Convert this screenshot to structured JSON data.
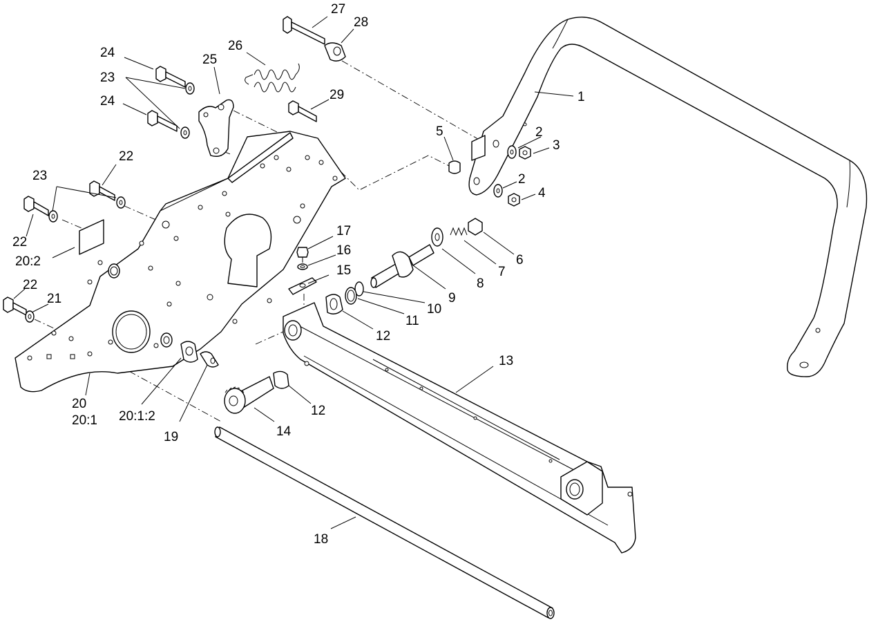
{
  "callouts": {
    "c1": "1",
    "c2a": "2",
    "c2b": "2",
    "c3": "3",
    "c4": "4",
    "c5": "5",
    "c6": "6",
    "c7": "7",
    "c8": "8",
    "c9": "9",
    "c10": "10",
    "c11": "11",
    "c12a": "12",
    "c12b": "12",
    "c13": "13",
    "c14": "14",
    "c15": "15",
    "c16": "16",
    "c17": "17",
    "c18": "18",
    "c19": "19",
    "c20": "20",
    "c20_1": "20:1",
    "c20_1_2": "20:1:2",
    "c20_2": "20:2",
    "c21": "21",
    "c22a": "22",
    "c22b": "22",
    "c22c": "22",
    "c23a": "23",
    "c23b": "23",
    "c24a": "24",
    "c24b": "24",
    "c25": "25",
    "c26": "26",
    "c27": "27",
    "c28": "28",
    "c29": "29"
  },
  "colors": {
    "line": "#000000",
    "background": "#ffffff"
  }
}
